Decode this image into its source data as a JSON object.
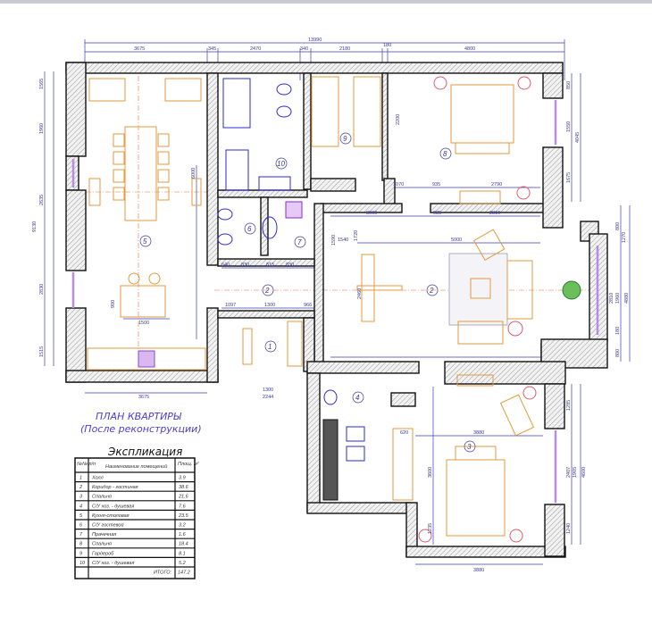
{
  "plan": {
    "title_line1": "ПЛАН КВАРТИРЫ",
    "title_line2": "(После реконструкции)",
    "overall_width_dim": "13990",
    "top_dims": [
      "3675",
      "345",
      "2470",
      "340",
      "2180",
      "180",
      "4800"
    ],
    "bottom_dim_left": "3675",
    "bottom_dim_right": "3880",
    "left_dims": [
      "1565",
      "1960",
      "2635",
      "2830",
      "1515"
    ],
    "left_total": "9130",
    "right_dims_top": [
      "850",
      "1550",
      "1675",
      "4045"
    ],
    "right_dims_mid": [
      "800",
      "1270",
      "2810",
      "1960",
      "4880",
      "180",
      "800"
    ],
    "right_dims_bottom": [
      "1285",
      "2407",
      "1905",
      "4600",
      "1240"
    ],
    "interior_dims": [
      "6000",
      "1500",
      "900",
      "3000",
      "935",
      "2810",
      "5000",
      "1540",
      "1720",
      "1590",
      "2460",
      "1300",
      "1097",
      "966",
      "1300",
      "2244",
      "830",
      "815",
      "830",
      "640",
      "620",
      "3880",
      "3600",
      "1235",
      "2790",
      "935",
      "1070",
      "2200"
    ],
    "rooms": [
      "1",
      "2",
      "2",
      "3",
      "4",
      "5",
      "6",
      "7",
      "8",
      "9",
      "10"
    ]
  },
  "explication": {
    "title": "Экспликация",
    "headers": {
      "num": "№№ п/п",
      "name": "Наименование помещений",
      "area": "Площ. м²"
    },
    "rows": [
      {
        "num": "1",
        "name": "Холл",
        "area": "3.9"
      },
      {
        "num": "2",
        "name": "Коридор - гостиная",
        "area": "38.6"
      },
      {
        "num": "3",
        "name": "Спальня",
        "area": "21.6"
      },
      {
        "num": "4",
        "name": "С/У хоз. - душевая",
        "area": "7.6"
      },
      {
        "num": "5",
        "name": "Кухня-столовая",
        "area": "23.5"
      },
      {
        "num": "6",
        "name": "С/У гостевой",
        "area": "3.2"
      },
      {
        "num": "7",
        "name": "Прачечная",
        "area": "1.6"
      },
      {
        "num": "8",
        "name": "Спальня",
        "area": "18.4"
      },
      {
        "num": "9",
        "name": "Гардероб",
        "area": "8.1"
      },
      {
        "num": "10",
        "name": "С/У хоз. - душевая",
        "area": "5.2"
      }
    ],
    "total_label": "ИТОГО:",
    "total_area": "147.2"
  },
  "colors": {
    "dimension": "#3b3bb8",
    "furniture": "#e39a3c",
    "sanitary": "#2b2bd0",
    "window": "#b98ae8",
    "wall": "#111111"
  }
}
